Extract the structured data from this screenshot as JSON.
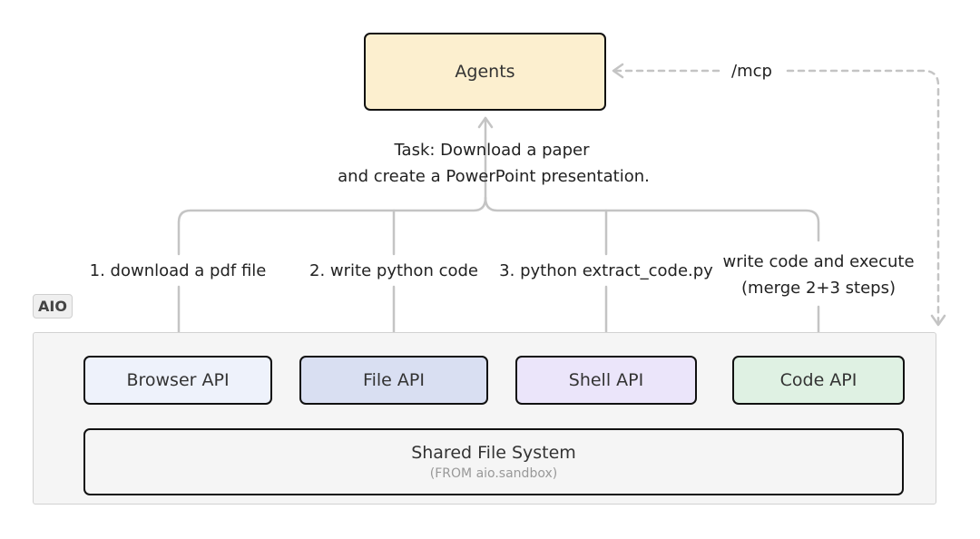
{
  "agents": {
    "label": "Agents",
    "fill": "#fcefcf"
  },
  "mcp_label": "/mcp",
  "task": {
    "line1": "Task: Download a paper",
    "line2": "and create a PowerPoint presentation."
  },
  "steps": [
    {
      "text": "1. download a pdf file"
    },
    {
      "text": "2. write python code"
    },
    {
      "text": "3. python extract_code.py"
    },
    {
      "line1": "write code and execute",
      "line2": "(merge 2+3 steps)"
    }
  ],
  "aio_badge": "AIO",
  "apis": [
    {
      "label": "Browser API",
      "fill": "#eef2fb"
    },
    {
      "label": "File API",
      "fill": "#d9dff2"
    },
    {
      "label": "Shell API",
      "fill": "#ebe5fa"
    },
    {
      "label": "Code API",
      "fill": "#dff1e3"
    }
  ],
  "shared_fs": {
    "title": "Shared File System",
    "subtitle": "(FROM aio.sandbox)"
  },
  "colors": {
    "connector": "#c4c4c4",
    "border": "#111111",
    "container_bg": "#f5f5f5"
  }
}
